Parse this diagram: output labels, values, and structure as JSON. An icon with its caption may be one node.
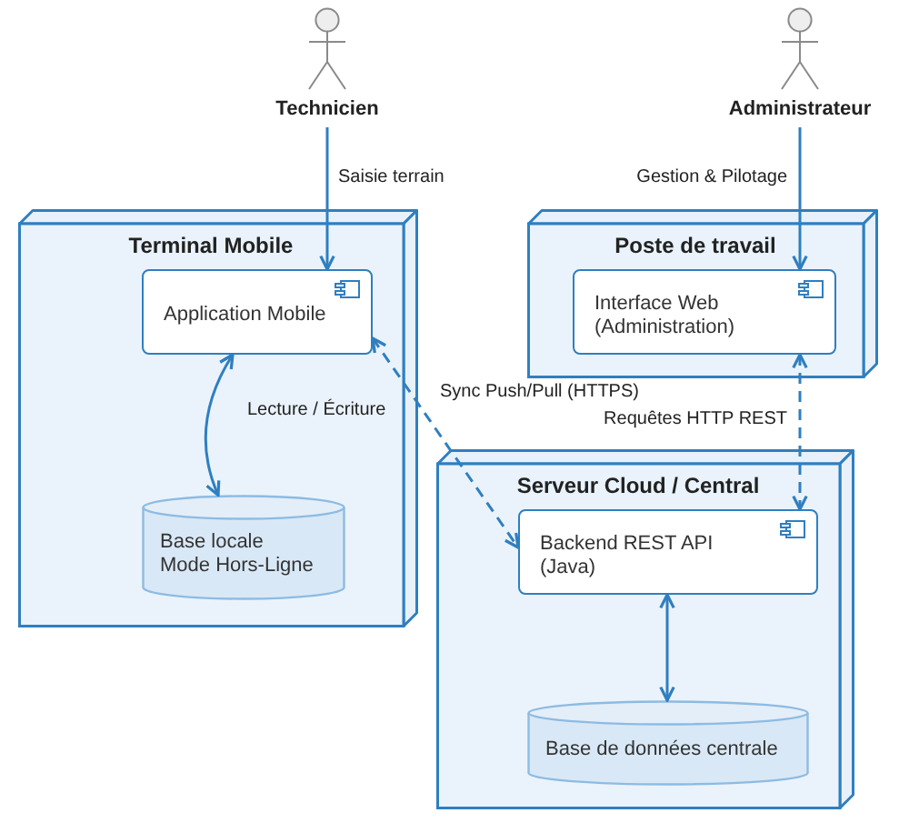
{
  "diagram": {
    "nodes": [
      {
        "text": [
          "Technicien"
        ]
      },
      {
        "text": [
          "Administrateur"
        ]
      },
      {
        "text": [
          "Terminal Mobile"
        ]
      },
      {
        "text": [
          "Application Mobile"
        ],
        "in": 2
      },
      {
        "text": [
          "Base locale Mode Hors-Ligne"
        ],
        "in": 2
      },
      {
        "text": [
          "Poste de travail"
        ]
      },
      {
        "text": [
          "Interface Web (Administration)"
        ],
        "in": 5
      },
      {
        "text": [
          "Serveur Cloud / Central"
        ]
      },
      {
        "text": [
          "Backend REST API (Java)"
        ],
        "in": 7
      },
      {
        "text": [
          "Base de données centrale"
        ],
        "in": 7
      }
    ],
    "edges": [
      {
        "from": 0,
        "to": 3,
        "arrow": "to",
        "label": "Saisie terrain"
      },
      {
        "from": 3,
        "to": 4,
        "arrow": "both",
        "label": "Lecture / Écriture"
      },
      {
        "from": 1,
        "to": 6,
        "arrow": "to",
        "label": "Gestion & Pilotage"
      },
      {
        "from": 3,
        "to": 8,
        "arrow": "both",
        "style": "dashed",
        "label": "Sync Push/Pull (HTTPS)"
      },
      {
        "from": 6,
        "to": 8,
        "arrow": "both",
        "style": "dashed",
        "label": "Requêtes HTTP REST"
      },
      {
        "from": 8,
        "to": 9,
        "arrow": "both"
      }
    ]
  }
}
